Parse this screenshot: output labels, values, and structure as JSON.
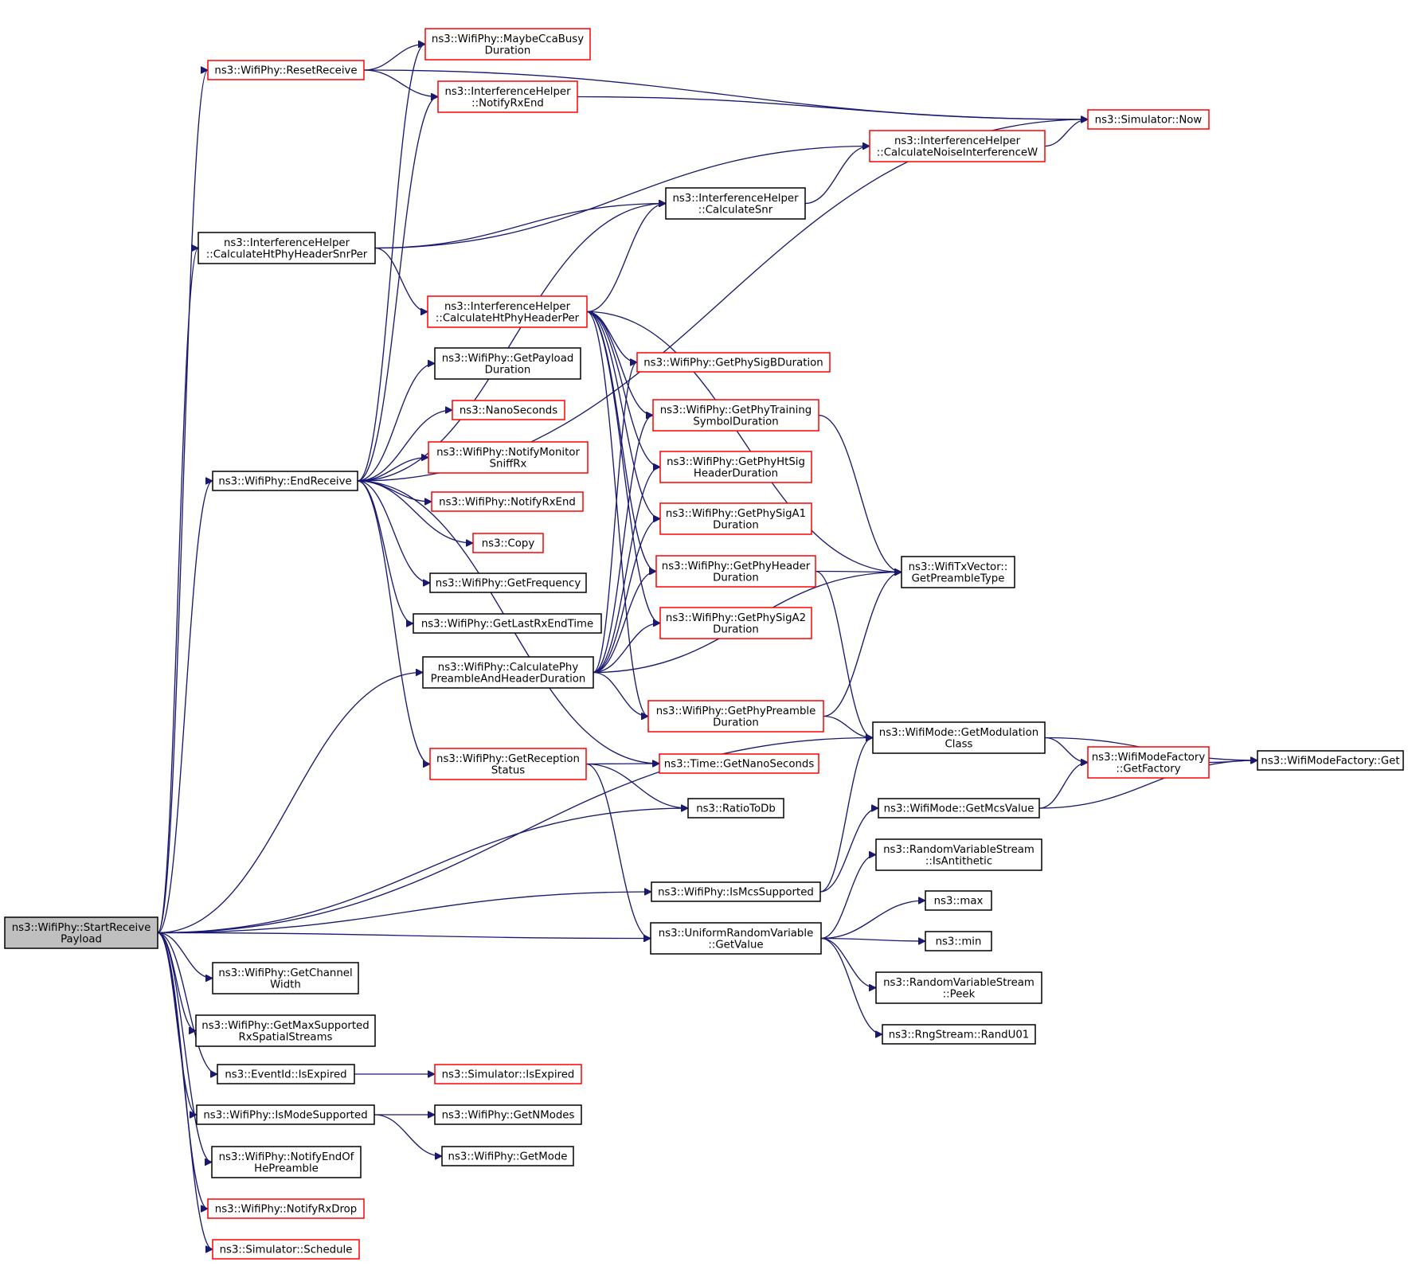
{
  "diagram": {
    "nodes": [
      {
        "id": "start",
        "lines": [
          "ns3::WifiPhy::StartReceive",
          "Payload"
        ],
        "border": "root"
      },
      {
        "id": "reset",
        "lines": [
          "ns3::WifiPhy::ResetReceive"
        ],
        "border": "red"
      },
      {
        "id": "maybecca",
        "lines": [
          "ns3::WifiPhy::MaybeCcaBusy",
          "Duration"
        ],
        "border": "red"
      },
      {
        "id": "ih_notify",
        "lines": [
          "ns3::InterferenceHelper",
          "::NotifyRxEnd"
        ],
        "border": "red"
      },
      {
        "id": "sim_now",
        "lines": [
          "ns3::Simulator::Now"
        ],
        "border": "red"
      },
      {
        "id": "ih_noise",
        "lines": [
          "ns3::InterferenceHelper",
          "::CalculateNoiseInterferenceW"
        ],
        "border": "red"
      },
      {
        "id": "ih_snr",
        "lines": [
          "ns3::InterferenceHelper",
          "::CalculateSnr"
        ],
        "border": "black"
      },
      {
        "id": "ih_snrper",
        "lines": [
          "ns3::InterferenceHelper",
          "::CalculateHtPhyHeaderSnrPer"
        ],
        "border": "black"
      },
      {
        "id": "ih_per",
        "lines": [
          "ns3::InterferenceHelper",
          "::CalculateHtPhyHeaderPer"
        ],
        "border": "red"
      },
      {
        "id": "payloaddur",
        "lines": [
          "ns3::WifiPhy::GetPayload",
          "Duration"
        ],
        "border": "black"
      },
      {
        "id": "nanosec",
        "lines": [
          "ns3::NanoSeconds"
        ],
        "border": "red"
      },
      {
        "id": "notifymon",
        "lines": [
          "ns3::WifiPhy::NotifyMonitor",
          "SniffRx"
        ],
        "border": "red"
      },
      {
        "id": "endrecv",
        "lines": [
          "ns3::WifiPhy::EndReceive"
        ],
        "border": "black"
      },
      {
        "id": "wp_notifyrx",
        "lines": [
          "ns3::WifiPhy::NotifyRxEnd"
        ],
        "border": "red"
      },
      {
        "id": "copy",
        "lines": [
          "ns3::Copy"
        ],
        "border": "red"
      },
      {
        "id": "getfreq",
        "lines": [
          "ns3::WifiPhy::GetFrequency"
        ],
        "border": "black"
      },
      {
        "id": "getlast",
        "lines": [
          "ns3::WifiPhy::GetLastRxEndTime"
        ],
        "border": "black"
      },
      {
        "id": "calcpre",
        "lines": [
          "ns3::WifiPhy::CalculatePhy",
          "PreambleAndHeaderDuration"
        ],
        "border": "black"
      },
      {
        "id": "sigb",
        "lines": [
          "ns3::WifiPhy::GetPhySigBDuration"
        ],
        "border": "red"
      },
      {
        "id": "training",
        "lines": [
          "ns3::WifiPhy::GetPhyTraining",
          "SymbolDuration"
        ],
        "border": "red"
      },
      {
        "id": "htsig",
        "lines": [
          "ns3::WifiPhy::GetPhyHtSig",
          "HeaderDuration"
        ],
        "border": "red"
      },
      {
        "id": "siga1",
        "lines": [
          "ns3::WifiPhy::GetPhySigA1",
          "Duration"
        ],
        "border": "red"
      },
      {
        "id": "header",
        "lines": [
          "ns3::WifiPhy::GetPhyHeader",
          "Duration"
        ],
        "border": "red"
      },
      {
        "id": "siga2",
        "lines": [
          "ns3::WifiPhy::GetPhySigA2",
          "Duration"
        ],
        "border": "red"
      },
      {
        "id": "preamble",
        "lines": [
          "ns3::WifiPhy::GetPhyPreamble",
          "Duration"
        ],
        "border": "red"
      },
      {
        "id": "txvec",
        "lines": [
          "ns3::WifiTxVector::",
          "GetPreambleType"
        ],
        "border": "black"
      },
      {
        "id": "reception",
        "lines": [
          "ns3::WifiPhy::GetReception",
          "Status"
        ],
        "border": "red"
      },
      {
        "id": "time_ns",
        "lines": [
          "ns3::Time::GetNanoSeconds"
        ],
        "border": "red"
      },
      {
        "id": "ratio",
        "lines": [
          "ns3::RatioToDb"
        ],
        "border": "black"
      },
      {
        "id": "modclass",
        "lines": [
          "ns3::WifiMode::GetModulation",
          "Class"
        ],
        "border": "black"
      },
      {
        "id": "factory",
        "lines": [
          "ns3::WifiModeFactory",
          "::GetFactory"
        ],
        "border": "red"
      },
      {
        "id": "fget",
        "lines": [
          "ns3::WifiModeFactory::Get"
        ],
        "border": "black"
      },
      {
        "id": "mcsval",
        "lines": [
          "ns3::WifiMode::GetMcsValue"
        ],
        "border": "black"
      },
      {
        "id": "anti",
        "lines": [
          "ns3::RandomVariableStream",
          "::IsAntithetic"
        ],
        "border": "black"
      },
      {
        "id": "mcssup",
        "lines": [
          "ns3::WifiPhy::IsMcsSupported"
        ],
        "border": "black"
      },
      {
        "id": "nmax",
        "lines": [
          "ns3::max"
        ],
        "border": "black"
      },
      {
        "id": "urv",
        "lines": [
          "ns3::UniformRandomVariable",
          "::GetValue"
        ],
        "border": "black"
      },
      {
        "id": "nmin",
        "lines": [
          "ns3::min"
        ],
        "border": "black"
      },
      {
        "id": "peek",
        "lines": [
          "ns3::RandomVariableStream",
          "::Peek"
        ],
        "border": "black"
      },
      {
        "id": "randu",
        "lines": [
          "ns3::RngStream::RandU01"
        ],
        "border": "black"
      },
      {
        "id": "chwidth",
        "lines": [
          "ns3::WifiPhy::GetChannel",
          "Width"
        ],
        "border": "black"
      },
      {
        "id": "maxspatial",
        "lines": [
          "ns3::WifiPhy::GetMaxSupported",
          "RxSpatialStreams"
        ],
        "border": "black"
      },
      {
        "id": "eventexp",
        "lines": [
          "ns3::EventId::IsExpired"
        ],
        "border": "black"
      },
      {
        "id": "simexp",
        "lines": [
          "ns3::Simulator::IsExpired"
        ],
        "border": "red"
      },
      {
        "id": "modesup",
        "lines": [
          "ns3::WifiPhy::IsModeSupported"
        ],
        "border": "black"
      },
      {
        "id": "nmodes",
        "lines": [
          "ns3::WifiPhy::GetNModes"
        ],
        "border": "black"
      },
      {
        "id": "getmode",
        "lines": [
          "ns3::WifiPhy::GetMode"
        ],
        "border": "black"
      },
      {
        "id": "endhe",
        "lines": [
          "ns3::WifiPhy::NotifyEndOf",
          "HePreamble"
        ],
        "border": "black"
      },
      {
        "id": "rxdrop",
        "lines": [
          "ns3::WifiPhy::NotifyRxDrop"
        ],
        "border": "red"
      },
      {
        "id": "schedule",
        "lines": [
          "ns3::Simulator::Schedule"
        ],
        "border": "red"
      }
    ],
    "edges": [
      [
        "start",
        "reset"
      ],
      [
        "start",
        "ih_snrper"
      ],
      [
        "start",
        "endrecv"
      ],
      [
        "start",
        "calcpre"
      ],
      [
        "start",
        "ratio"
      ],
      [
        "start",
        "modclass"
      ],
      [
        "start",
        "mcssup"
      ],
      [
        "start",
        "urv"
      ],
      [
        "start",
        "chwidth"
      ],
      [
        "start",
        "maxspatial"
      ],
      [
        "start",
        "eventexp"
      ],
      [
        "start",
        "modesup"
      ],
      [
        "start",
        "endhe"
      ],
      [
        "start",
        "rxdrop"
      ],
      [
        "start",
        "schedule"
      ],
      [
        "reset",
        "maybecca"
      ],
      [
        "reset",
        "ih_notify"
      ],
      [
        "reset",
        "sim_now"
      ],
      [
        "ih_notify",
        "sim_now"
      ],
      [
        "ih_noise",
        "sim_now"
      ],
      [
        "ih_snr",
        "ih_noise"
      ],
      [
        "ih_snrper",
        "ih_noise"
      ],
      [
        "ih_snrper",
        "ih_snr"
      ],
      [
        "ih_snrper",
        "ih_per"
      ],
      [
        "ih_per",
        "ih_snr"
      ],
      [
        "ih_per",
        "txvec"
      ],
      [
        "ih_per",
        "sigb"
      ],
      [
        "ih_per",
        "training"
      ],
      [
        "ih_per",
        "htsig"
      ],
      [
        "ih_per",
        "siga1"
      ],
      [
        "ih_per",
        "header"
      ],
      [
        "ih_per",
        "siga2"
      ],
      [
        "ih_per",
        "preamble"
      ],
      [
        "endrecv",
        "maybecca"
      ],
      [
        "endrecv",
        "ih_notify"
      ],
      [
        "endrecv",
        "ih_snr"
      ],
      [
        "endrecv",
        "sim_now"
      ],
      [
        "endrecv",
        "payloaddur"
      ],
      [
        "endrecv",
        "nanosec"
      ],
      [
        "endrecv",
        "notifymon"
      ],
      [
        "endrecv",
        "wp_notifyrx"
      ],
      [
        "endrecv",
        "copy"
      ],
      [
        "endrecv",
        "getfreq"
      ],
      [
        "endrecv",
        "getlast"
      ],
      [
        "endrecv",
        "reception"
      ],
      [
        "endrecv",
        "time_ns"
      ],
      [
        "calcpre",
        "sigb"
      ],
      [
        "calcpre",
        "training"
      ],
      [
        "calcpre",
        "htsig"
      ],
      [
        "calcpre",
        "siga1"
      ],
      [
        "calcpre",
        "header"
      ],
      [
        "calcpre",
        "siga2"
      ],
      [
        "calcpre",
        "preamble"
      ],
      [
        "calcpre",
        "txvec"
      ],
      [
        "training",
        "txvec"
      ],
      [
        "header",
        "txvec"
      ],
      [
        "header",
        "modclass"
      ],
      [
        "preamble",
        "txvec"
      ],
      [
        "preamble",
        "modclass"
      ],
      [
        "reception",
        "time_ns"
      ],
      [
        "reception",
        "ratio"
      ],
      [
        "reception",
        "urv"
      ],
      [
        "modclass",
        "factory"
      ],
      [
        "modclass",
        "fget"
      ],
      [
        "factory",
        "fget"
      ],
      [
        "mcsval",
        "factory"
      ],
      [
        "mcsval",
        "fget"
      ],
      [
        "mcssup",
        "modclass"
      ],
      [
        "mcssup",
        "mcsval"
      ],
      [
        "urv",
        "anti"
      ],
      [
        "urv",
        "nmax"
      ],
      [
        "urv",
        "nmin"
      ],
      [
        "urv",
        "peek"
      ],
      [
        "urv",
        "randu"
      ],
      [
        "eventexp",
        "simexp"
      ],
      [
        "modesup",
        "nmodes"
      ],
      [
        "modesup",
        "getmode"
      ]
    ]
  }
}
